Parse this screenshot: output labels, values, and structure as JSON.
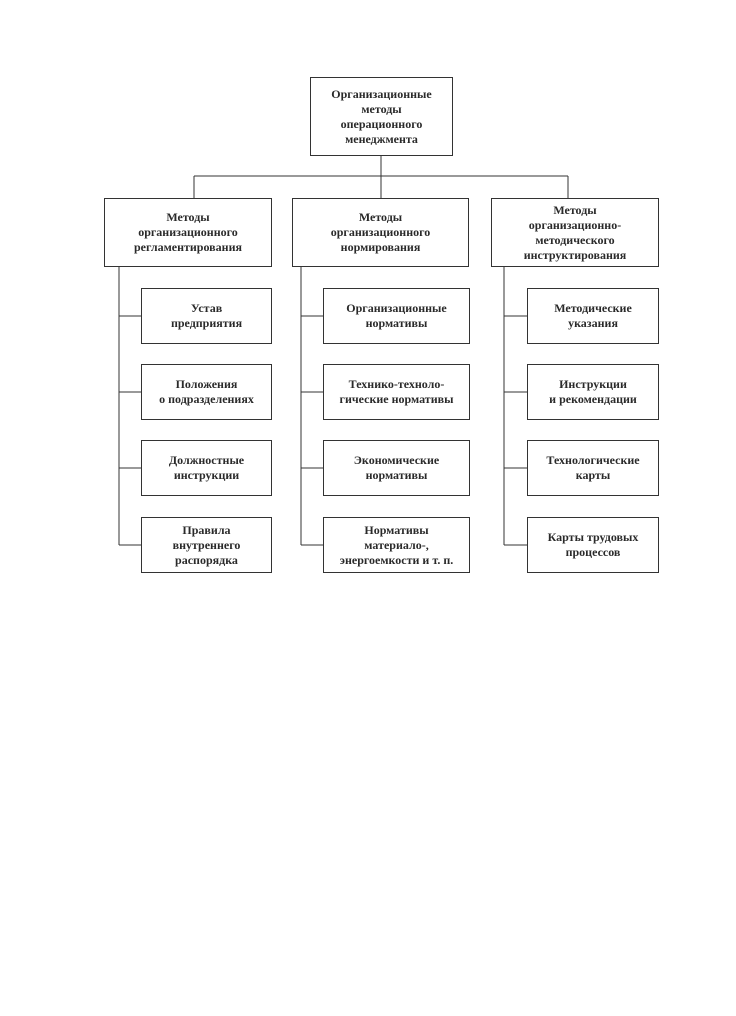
{
  "root": {
    "label": "Организационные\nметоды\nоперационного\nменеджмента"
  },
  "columns": [
    {
      "label": "Методы\nорганизационного\nрегламентирования",
      "children": [
        "Устав\nпредприятия",
        "Положения\nо подразделениях",
        "Должностные\nинструкции",
        "Правила\nвнутреннего\nраспорядка"
      ]
    },
    {
      "label": "Методы\nорганизационного\nнормирования",
      "children": [
        "Организационные\nнормативы",
        "Технико-техноло-\nгические нормативы",
        "Экономические\nнормативы",
        "Нормативы\nматериало-,\nэнергоемкости и т. п."
      ]
    },
    {
      "label": "Методы\nорганизационно-\nметодического\nинструктирования",
      "children": [
        "Методические\nуказания",
        "Инструкции\nи рекомендации",
        "Технологические\nкарты",
        "Карты трудовых\nпроцессов"
      ]
    }
  ]
}
